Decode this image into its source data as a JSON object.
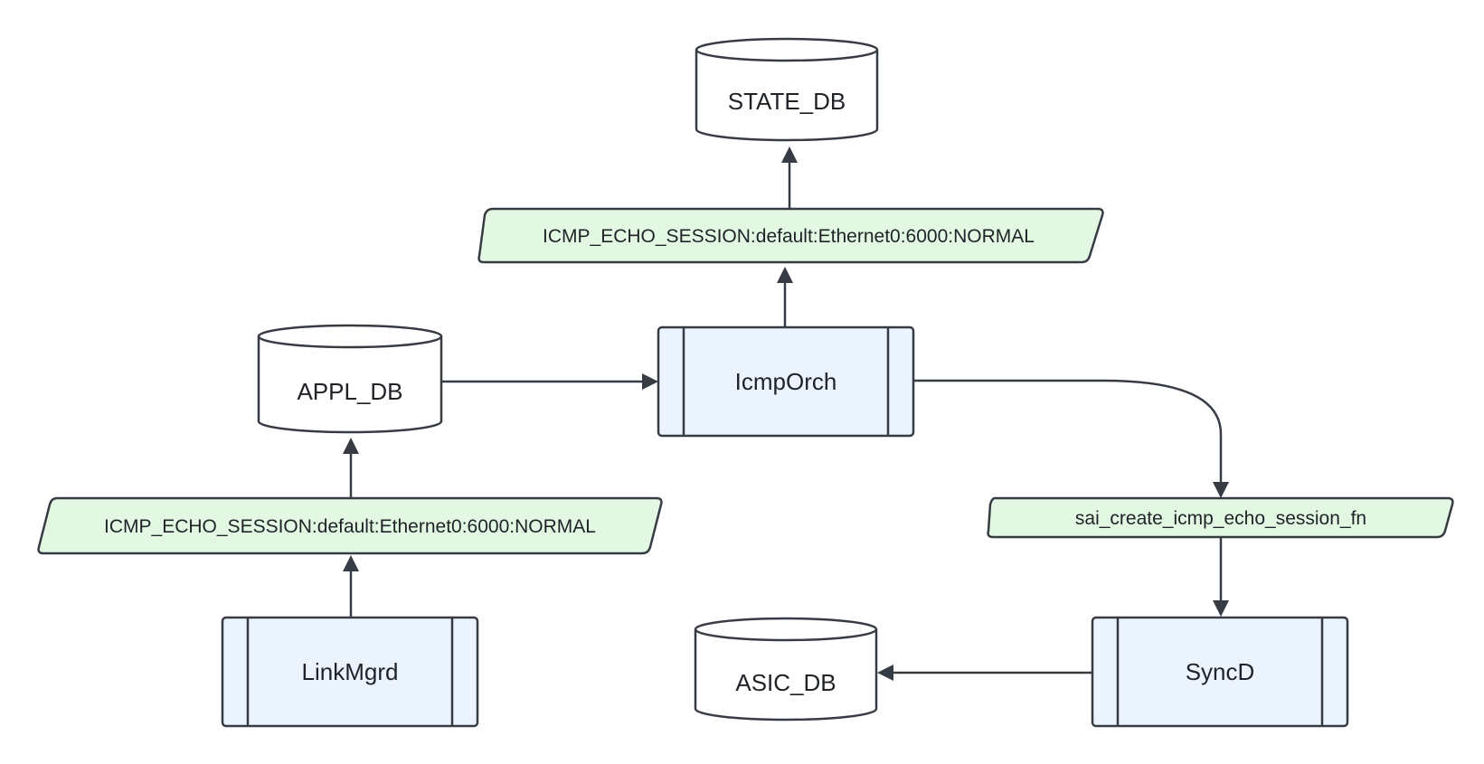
{
  "colors": {
    "process_fill": "#ebf3fe",
    "message_fill": "#e2f8e2",
    "database_fill": "#ffffff",
    "stroke": "#373c44"
  },
  "nodes": {
    "state_db": {
      "label": "STATE_DB",
      "kind": "database"
    },
    "state_msg": {
      "label": "ICMP_ECHO_SESSION:default:Ethernet0:6000:NORMAL",
      "kind": "message"
    },
    "appl_db": {
      "label": "APPL_DB",
      "kind": "database"
    },
    "icmp_orch": {
      "label": "IcmpOrch",
      "kind": "process"
    },
    "appl_msg": {
      "label": "ICMP_ECHO_SESSION:default:Ethernet0:6000:NORMAL",
      "kind": "message"
    },
    "sai_msg": {
      "label": "sai_create_icmp_echo_session_fn",
      "kind": "message"
    },
    "link_mgrd": {
      "label": "LinkMgrd",
      "kind": "process"
    },
    "asic_db": {
      "label": "ASIC_DB",
      "kind": "database"
    },
    "sync_d": {
      "label": "SyncD",
      "kind": "process"
    }
  },
  "edges": [
    {
      "from": "link_mgrd",
      "to": "appl_msg"
    },
    {
      "from": "appl_msg",
      "to": "appl_db"
    },
    {
      "from": "appl_db",
      "to": "icmp_orch"
    },
    {
      "from": "icmp_orch",
      "to": "state_msg"
    },
    {
      "from": "state_msg",
      "to": "state_db"
    },
    {
      "from": "icmp_orch",
      "to": "sai_msg"
    },
    {
      "from": "sai_msg",
      "to": "sync_d"
    },
    {
      "from": "sync_d",
      "to": "asic_db"
    }
  ]
}
